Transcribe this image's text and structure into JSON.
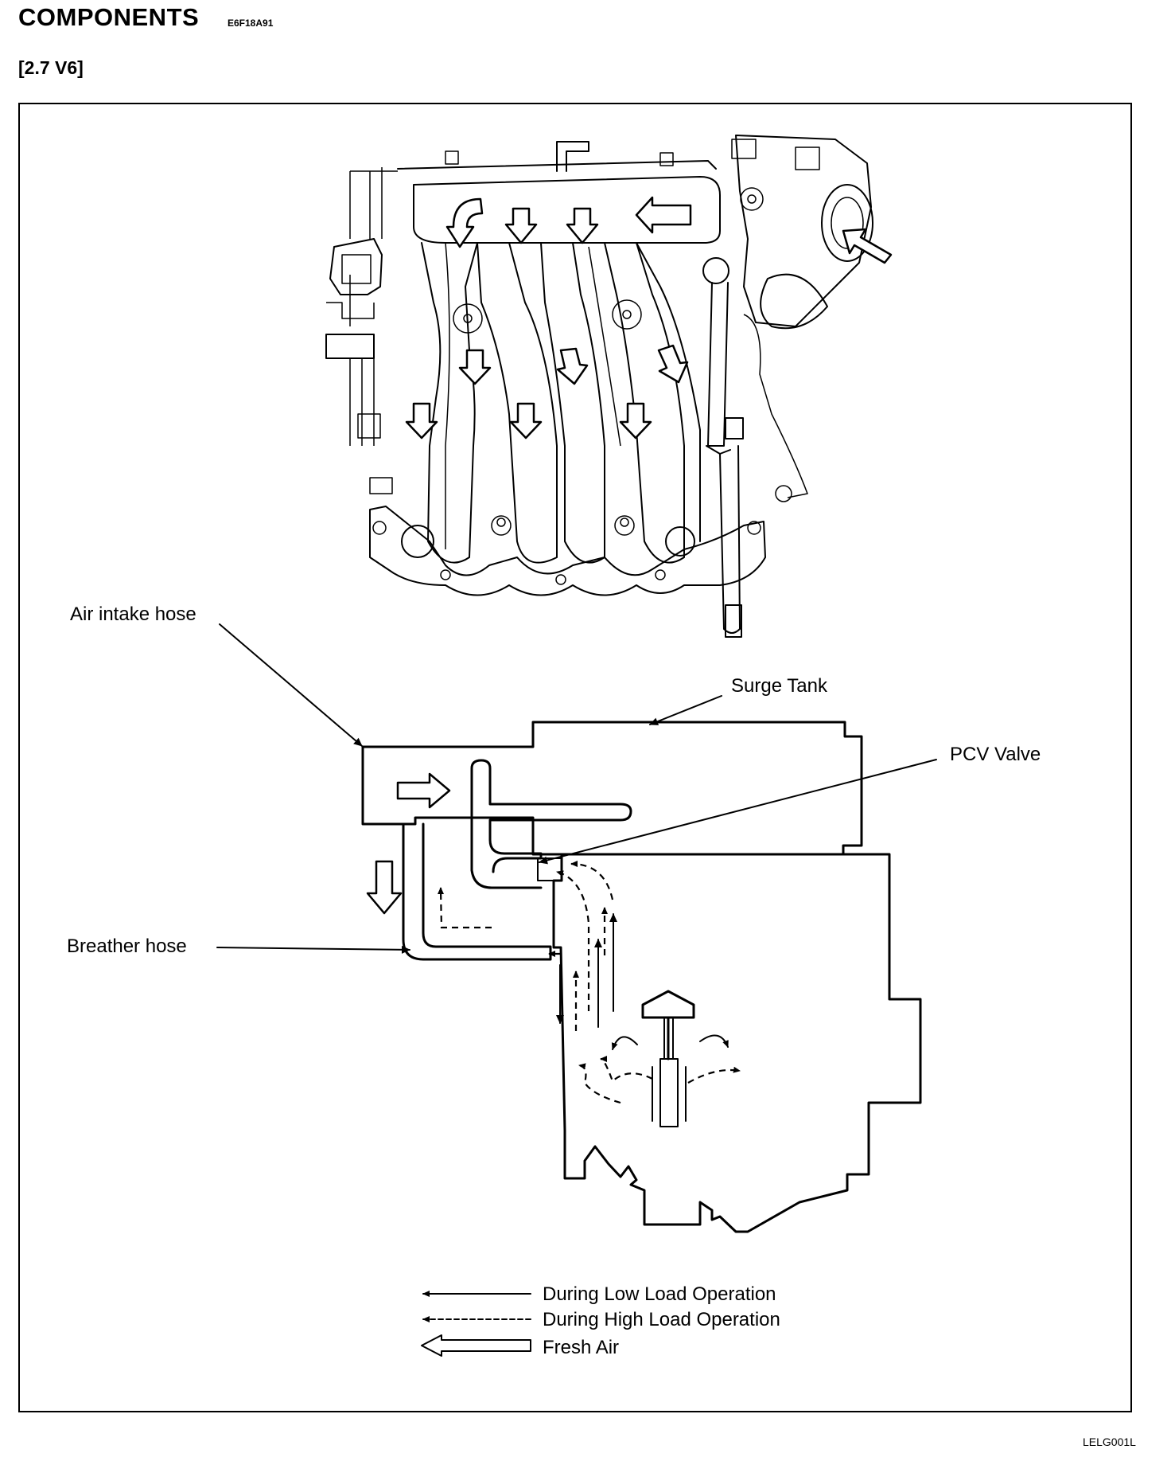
{
  "header": {
    "title": "COMPONENTS",
    "code": "E6F18A91",
    "subtitle": "[2.7  V6]"
  },
  "labels": {
    "air_intake_hose": "Air intake hose",
    "surge_tank": "Surge Tank",
    "pcv_valve": "PCV Valve",
    "breather_hose": "Breather hose"
  },
  "legend": {
    "low_load": "During Low Load Operation",
    "high_load": "During High Load Operation",
    "fresh_air": "Fresh Air"
  },
  "footer": {
    "code": "LELG001L"
  }
}
